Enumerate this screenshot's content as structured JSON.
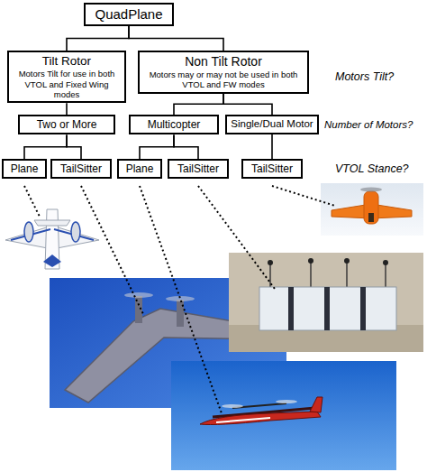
{
  "diagram": {
    "nodes": [
      {
        "text": [
          "QuadPlane"
        ]
      },
      {
        "text": [
          "Tilt Rotor",
          "Motors Tilt for use in both VTOL and Fixed Wing modes"
        ]
      },
      {
        "text": [
          "Non Tilt Rotor",
          "Motors may or may not be used in both VTOL and FW modes"
        ]
      },
      {
        "text": [
          "Two or More"
        ]
      },
      {
        "text": [
          "Multicopter"
        ]
      },
      {
        "text": [
          "Single/Dual Motor"
        ]
      },
      {
        "text": [
          "Plane"
        ]
      },
      {
        "text": [
          "TailSitter"
        ]
      },
      {
        "text": [
          "Plane"
        ]
      },
      {
        "text": [
          "TailSitter"
        ]
      },
      {
        "text": [
          "TailSitter"
        ]
      }
    ],
    "edges": [
      {
        "from": 0,
        "to": 1,
        "arrow": "none"
      },
      {
        "from": 0,
        "to": 2,
        "arrow": "none"
      },
      {
        "from": 1,
        "to": 3,
        "arrow": "none"
      },
      {
        "from": 2,
        "to": 4,
        "arrow": "none"
      },
      {
        "from": 2,
        "to": 5,
        "arrow": "none"
      },
      {
        "from": 3,
        "to": 6,
        "arrow": "none"
      },
      {
        "from": 3,
        "to": 7,
        "arrow": "none"
      },
      {
        "from": 4,
        "to": 8,
        "arrow": "none"
      },
      {
        "from": 4,
        "to": 9,
        "arrow": "none"
      },
      {
        "from": 5,
        "to": 10,
        "arrow": "none"
      }
    ],
    "labels": [
      "Motors Tilt?",
      "Number of Motors?",
      "VTOL Stance?"
    ]
  }
}
